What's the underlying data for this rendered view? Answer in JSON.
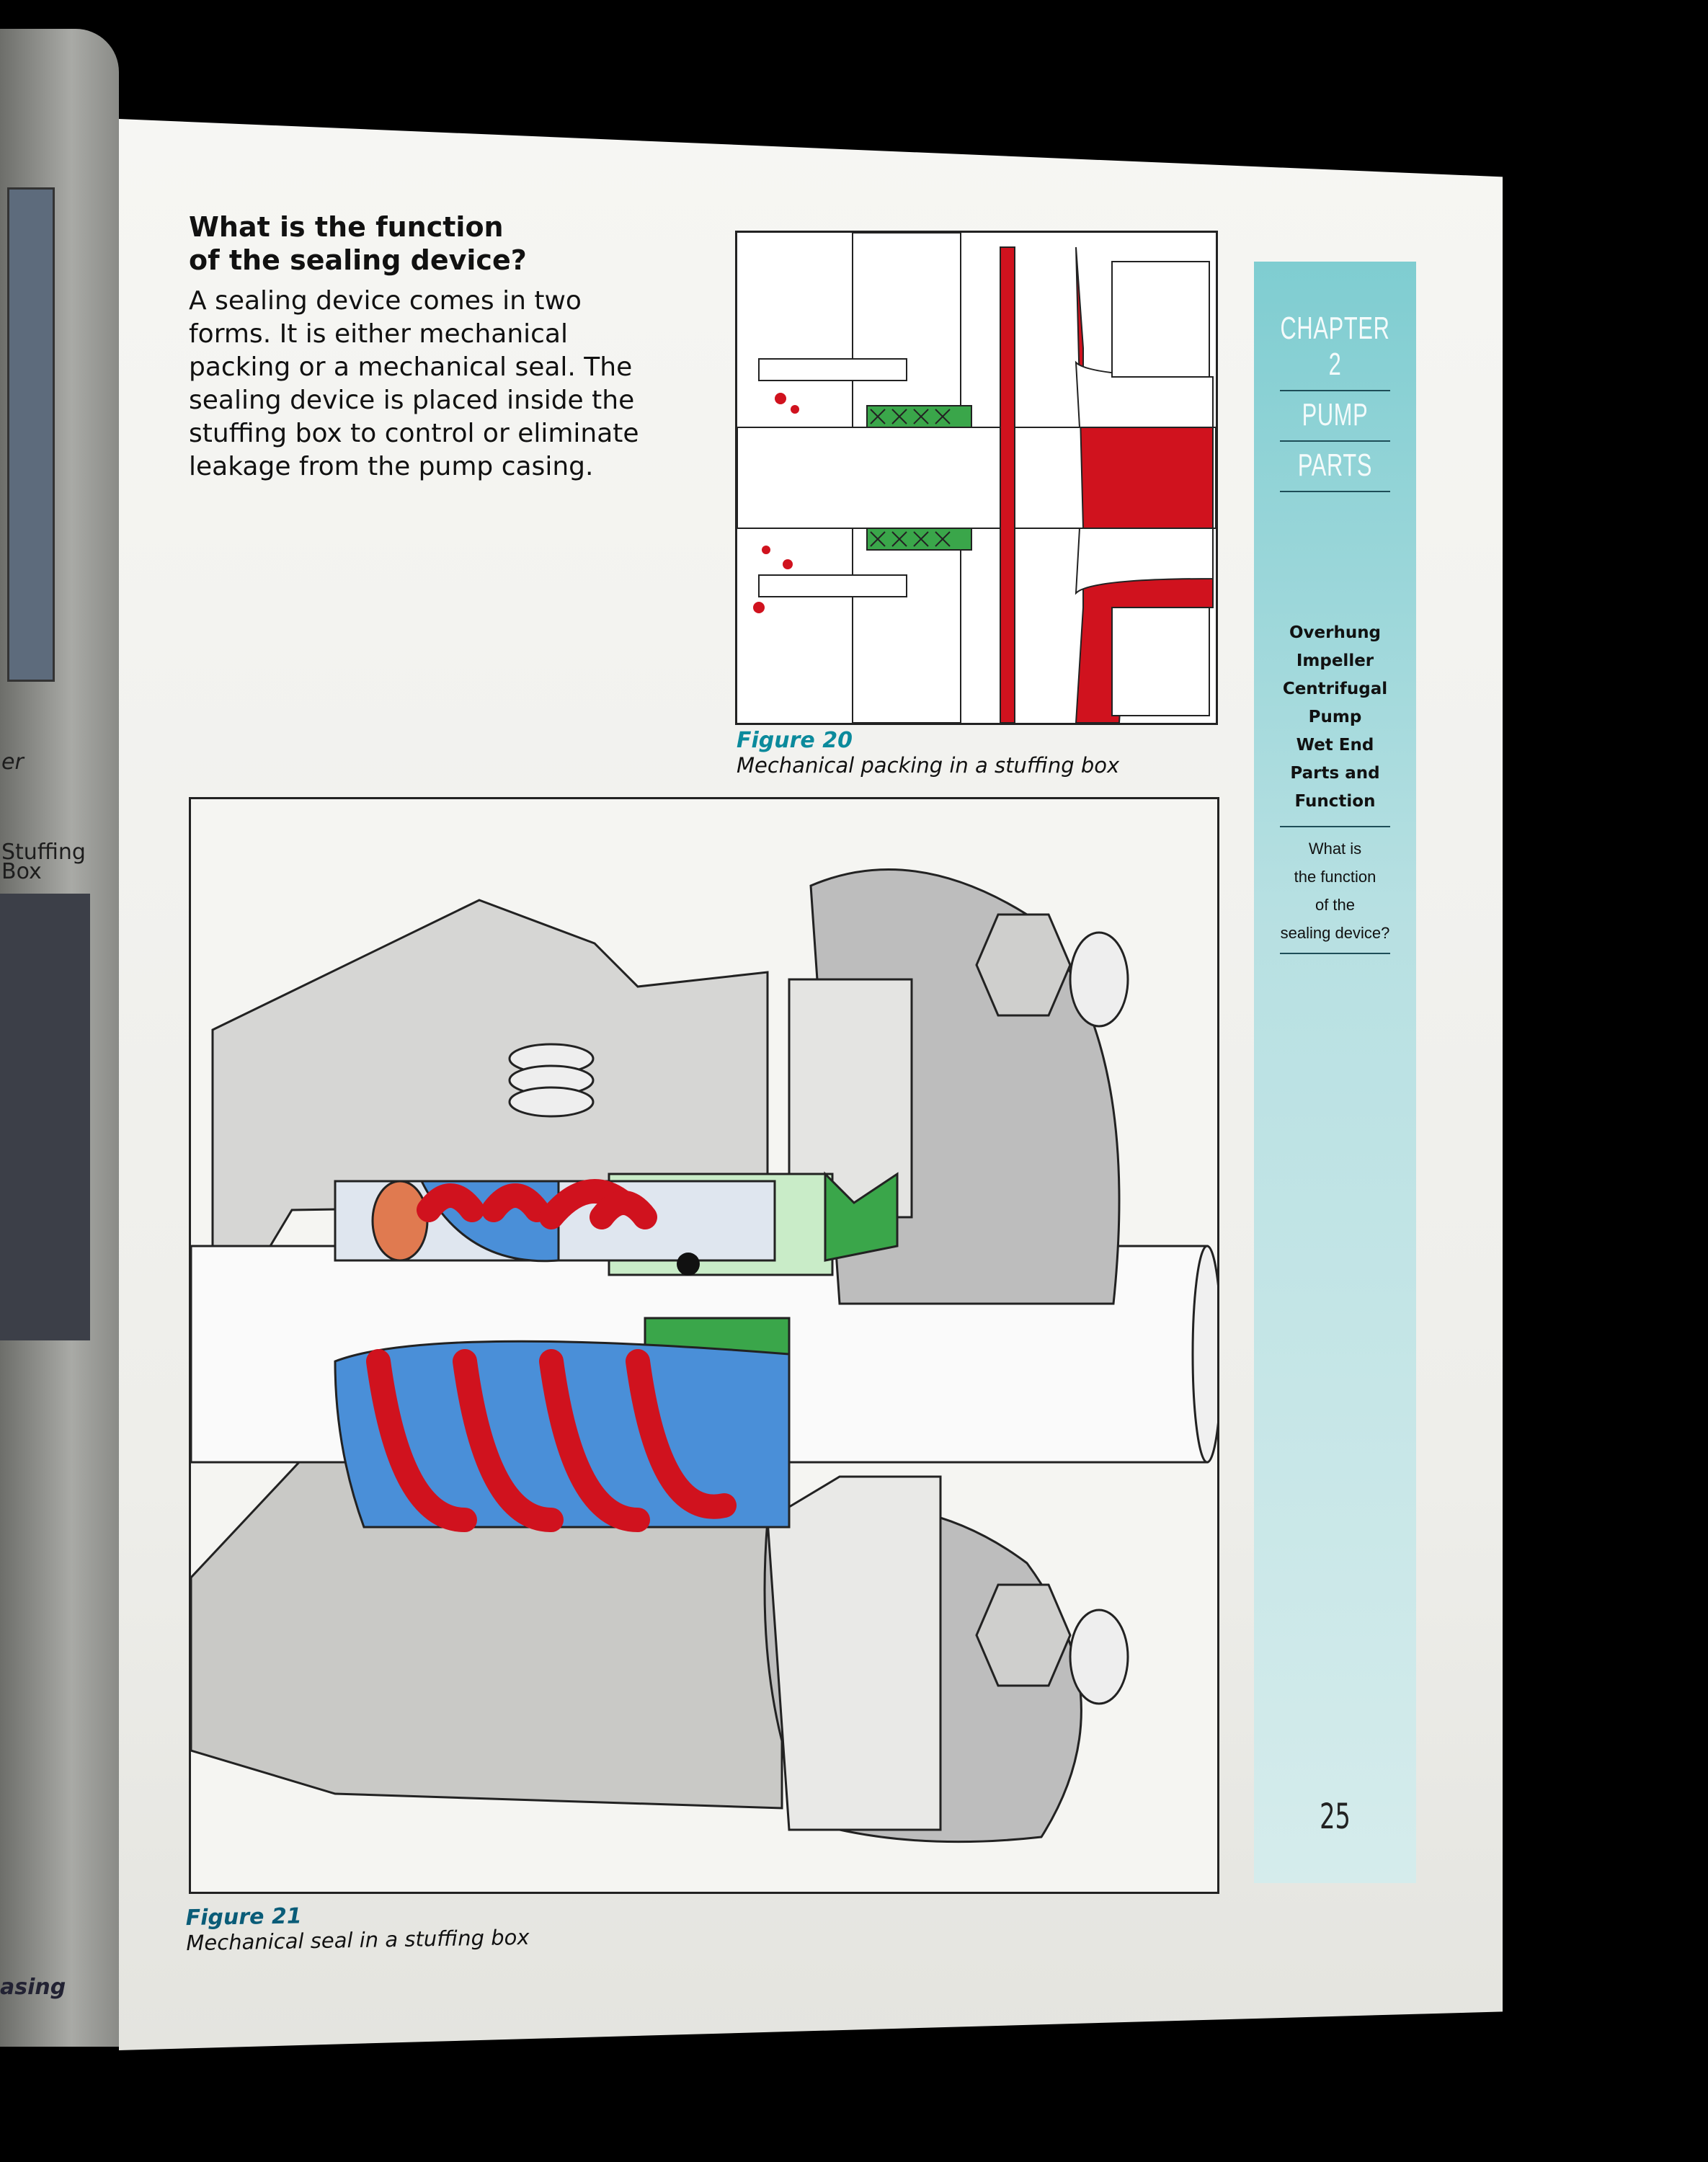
{
  "left_page": {
    "fragments": [
      "er",
      "Stuffing",
      "Box",
      "asing"
    ]
  },
  "heading": {
    "line1": "What is the function",
    "line2": "of the sealing device?"
  },
  "body_text": "A sealing device comes in two forms. It is either mechanical packing or a mechanical seal. The sealing device is placed inside the stuffing box to control or eliminate leakage from the pump casing.",
  "figure20": {
    "number": "Figure 20",
    "caption": "Mechanical packing in a stuffing box"
  },
  "figure21": {
    "number": "Figure 21",
    "caption": "Mechanical seal in a stuffing box"
  },
  "sidebar": {
    "chapter": "CHAPTER 2",
    "title1": "PUMP",
    "title2": "PARTS",
    "section": [
      "Overhung",
      "Impeller",
      "Centrifugal",
      "Pump",
      "Wet End",
      "Parts and",
      "Function"
    ],
    "question": [
      "What is",
      "the function",
      "of the",
      "sealing device?"
    ],
    "page_number": "25"
  },
  "colors": {
    "accent": "#0b8a9c",
    "sidebar": "#9fd7da",
    "seal_red": "#d0121e",
    "packing_green": "#3aa64a",
    "spring_blue": "#4a8fd8"
  }
}
